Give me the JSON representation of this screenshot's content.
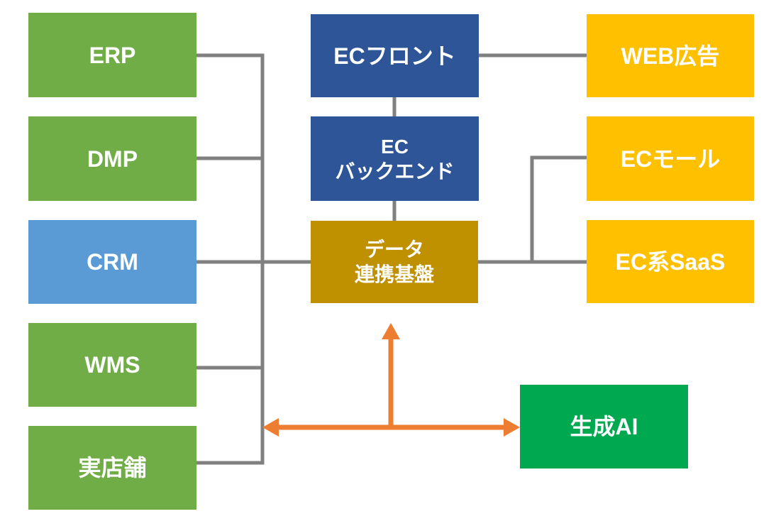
{
  "colors": {
    "green": "#70AD47",
    "blue": "#5B9BD5",
    "navy": "#2E5597",
    "gold": "#BF9000",
    "yellow": "#FFC000",
    "emerald": "#00A94F",
    "connector_gray": "#808080",
    "arrow_orange": "#ED7D31",
    "label_white": "#FFFFFF"
  },
  "nodes": {
    "erp": {
      "label": "ERP",
      "color": "#70AD47"
    },
    "dmp": {
      "label": "DMP",
      "color": "#70AD47"
    },
    "crm": {
      "label": "CRM",
      "color": "#5B9BD5"
    },
    "wms": {
      "label": "WMS",
      "color": "#70AD47"
    },
    "store": {
      "label": "実店舗",
      "color": "#70AD47"
    },
    "ec_front": {
      "label": "ECフロント",
      "color": "#2E5597"
    },
    "ec_back": {
      "label": "EC\nバックエンド",
      "color": "#2E5597"
    },
    "data_hub": {
      "label": "データ\n連携基盤",
      "color": "#BF9000"
    },
    "web_ad": {
      "label": "WEB広告",
      "color": "#FFC000"
    },
    "ec_mall": {
      "label": "ECモール",
      "color": "#FFC000"
    },
    "ec_saas": {
      "label": "EC系SaaS",
      "color": "#FFC000"
    },
    "gen_ai": {
      "label": "生成AI",
      "color": "#00A94F"
    }
  }
}
